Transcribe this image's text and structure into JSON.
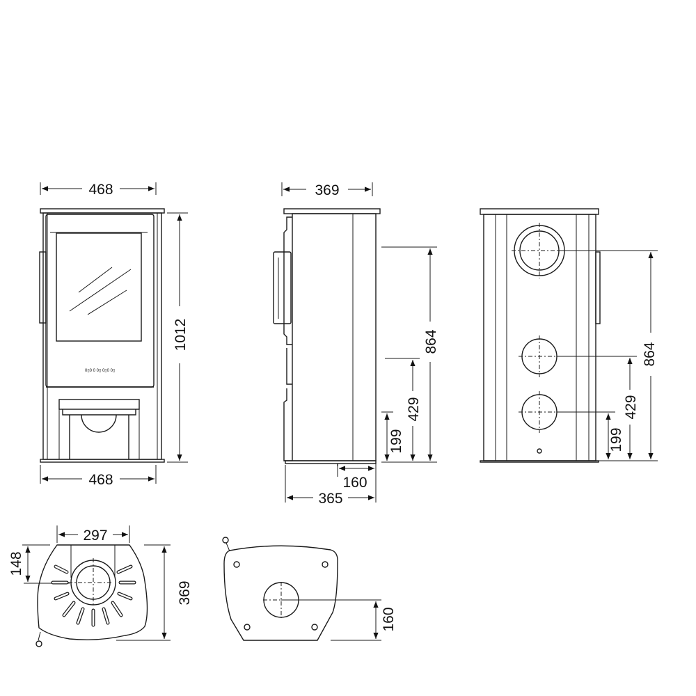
{
  "views": {
    "front": {
      "width_top": "468",
      "height": "1012",
      "width_bottom": "468",
      "control_label": "0▯0 0 0▯ 0▯0 0▯"
    },
    "side": {
      "depth_top": "369",
      "flue_height": "864",
      "rear_flue_height": "429",
      "air_inlet_height": "199",
      "foot_depth": "160",
      "depth_bottom": "365"
    },
    "back": {
      "flue_height": "864",
      "rear_flue_height": "429",
      "air_inlet_height": "199"
    },
    "top_plan": {
      "flue_width": "297",
      "flue_offset": "148",
      "depth": "369"
    },
    "bottom_plan": {
      "air_inlet_offset": "160"
    }
  },
  "colors": {
    "line": "#1a1a1a",
    "background": "#ffffff"
  }
}
